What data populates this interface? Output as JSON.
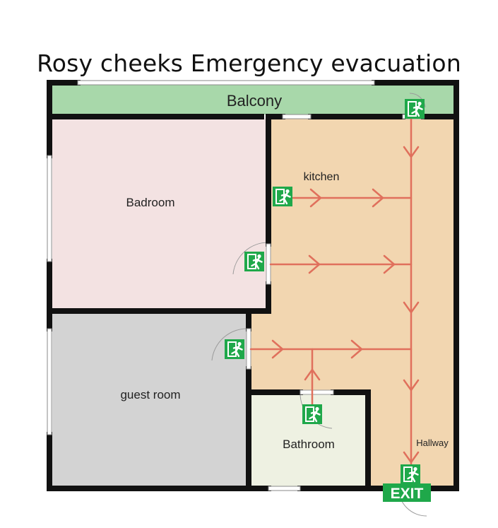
{
  "title": "Rosy cheeks Emergency evacuation",
  "rooms": {
    "balcony": "Balcony",
    "bedroom": "Badroom",
    "kitchen": "kitchen",
    "guest_room": "guest room",
    "bathroom": "Bathroom",
    "hallway": "Hallway"
  },
  "exit_sign": "EXIT",
  "colors": {
    "balcony": "#a8d8aa",
    "bedroom": "#f3e2e2",
    "corridor": "#f2d6b0",
    "guest_room": "#d3d3d3",
    "bathroom": "#eef1e2",
    "walls": "#111111",
    "route_arrows": "#e0705c",
    "exit_sign": "#1fa84a"
  },
  "icons": {
    "emergency_exit": "running-man-exit-icon",
    "route": "arrow-icon"
  }
}
